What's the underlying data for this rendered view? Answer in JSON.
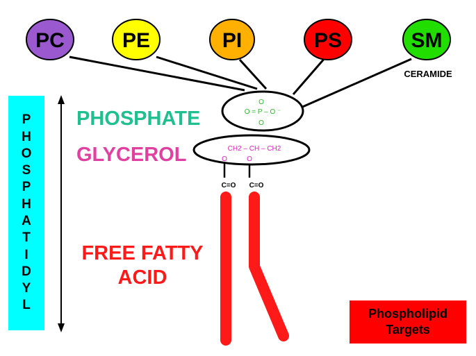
{
  "head_groups": [
    {
      "label": "PC",
      "color": "#9b59d0"
    },
    {
      "label": "PE",
      "color": "#ffff00"
    },
    {
      "label": "PI",
      "color": "#ffb000"
    },
    {
      "label": "PS",
      "color": "#ff0000"
    },
    {
      "label": "SM",
      "color": "#22dd00"
    }
  ],
  "ceramide_label": "CERAMIDE",
  "phosphate": {
    "label": "PHOSPHATE",
    "color": "#1fbf8f",
    "formula_top": "O",
    "formula_mid": "O = P – O ⁻",
    "formula_bottom": "O"
  },
  "glycerol": {
    "label": "GLYCEROL",
    "color": "#e040a0",
    "formula": "CH2 – CH – CH2",
    "o_left": "O",
    "o_right": "O"
  },
  "carbonyl_left": "C=O",
  "carbonyl_right": "C=O",
  "fatty_acid_label": {
    "line1": "FREE FATTY",
    "line2": "ACID",
    "color": "#ff1a1a"
  },
  "phosphatidyl_letters": [
    "P",
    "H",
    "O",
    "S",
    "P",
    "H",
    "A",
    "T",
    "I",
    "D",
    "Y",
    "L"
  ],
  "targets_box": {
    "line1": "Phospholipid",
    "line2": "Targets"
  },
  "colors": {
    "tail": "#ff1a1a",
    "cyan_box": "#00ffff",
    "targets_bg": "#ff0000"
  }
}
